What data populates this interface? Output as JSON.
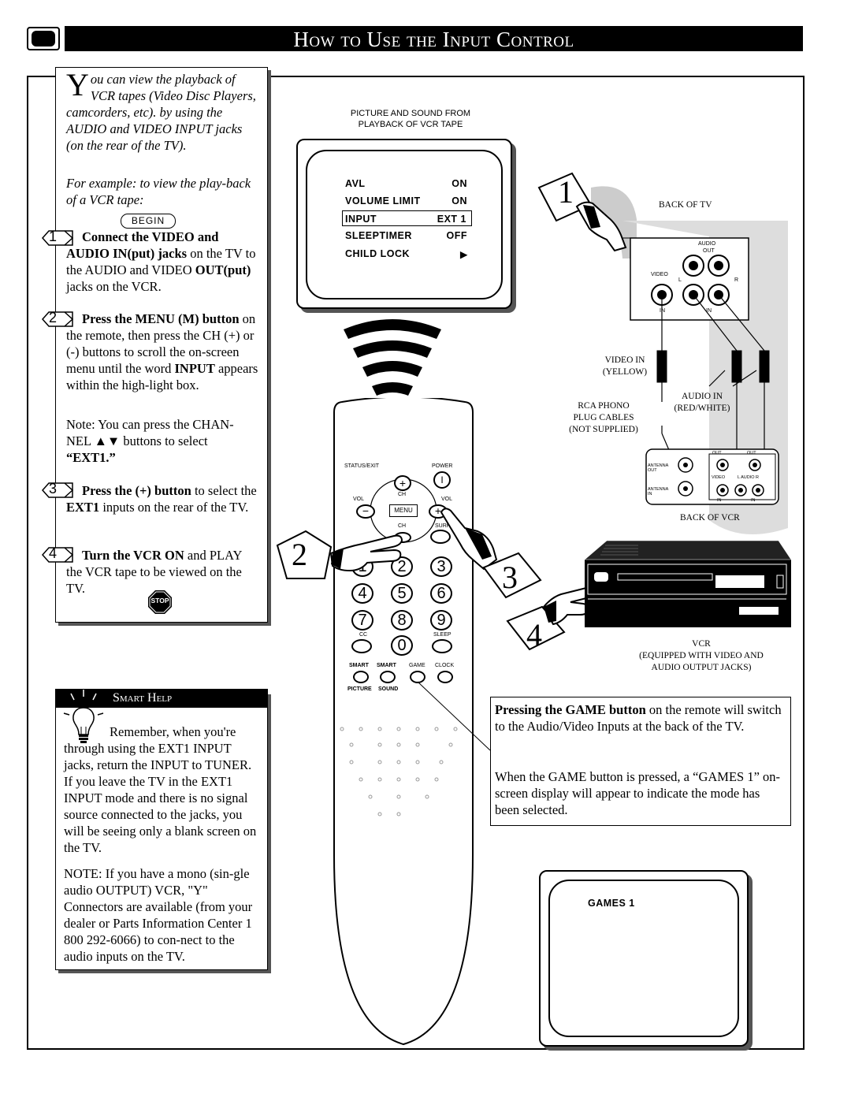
{
  "header": {
    "title": "How to Use the Input Control"
  },
  "intro": {
    "drop_cap": "Y",
    "text": "ou can view the playback of VCR tapes (Video Disc Players, camcorders, etc). by using the AUDIO and VIDEO INPUT jacks (on the rear of the TV).",
    "example": "For example: to view the play-back of a VCR tape:",
    "begin_label": "BEGIN"
  },
  "steps": [
    {
      "num": "1",
      "bold": "Connect the VIDEO and AUDIO IN(put) jacks",
      "rest": " on the TV to the AUDIO and VIDEO ",
      "bold2": "OUT(put)",
      "rest2": " jacks on the VCR."
    },
    {
      "num": "2",
      "bold": "Press the MENU (M) button",
      "rest": " on the remote, then press the CH (+) or (-) buttons to scroll the on-screen menu until the word ",
      "bold2": "INPUT",
      "rest2": " appears within the high-light box."
    },
    {
      "num": "3",
      "bold": "Press the (+) button",
      "rest": " to select the ",
      "bold2": "EXT1",
      "rest2": " inputs on the rear of the TV."
    },
    {
      "num": "4",
      "bold": "Turn the VCR ON",
      "rest": " and PLAY the VCR tape to be viewed on the TV.",
      "bold2": "",
      "rest2": ""
    }
  ],
  "note": {
    "text": "Note: You can press the CHAN-NEL ▲▼ buttons to select",
    "value": "“EXT1.”"
  },
  "stop_label": "STOP",
  "smart_help": {
    "title": "Smart Help",
    "text": "Remember, when you're through using the EXT1 INPUT jacks, return the INPUT to TUNER. If you leave the TV in the EXT1 INPUT mode and there is no signal source connected to the jacks, you will be seeing only a blank screen on the TV.",
    "note": "NOTE: If you have a mono (sin-gle audio OUTPUT) VCR, \"Y\" Connectors are available (from your dealer or Parts Information Center 1 800 292-6066) to con-nect to the audio inputs on the TV."
  },
  "tv_caption": {
    "line1": "PICTURE AND SOUND FROM",
    "line2": "PLAYBACK OF VCR TAPE"
  },
  "tv_menu": [
    {
      "label": "AVL",
      "value": "ON"
    },
    {
      "label": "VOLUME LIMIT",
      "value": "ON"
    },
    {
      "label": "INPUT",
      "value": "EXT 1",
      "highlight": true
    },
    {
      "label": "SLEEPTIMER",
      "value": "OFF"
    },
    {
      "label": "CHILD LOCK",
      "value": "▶"
    }
  ],
  "remote": {
    "status_exit": "STATUS/EXIT",
    "power": "POWER",
    "power_icon": "I",
    "ch": "CH",
    "vol_left": "VOL",
    "vol_right": "VOL",
    "menu": "MENU",
    "ch2": "CH",
    "surf": "SURF",
    "keys": [
      "1",
      "2",
      "3",
      "4",
      "5",
      "6",
      "7",
      "8",
      "9"
    ],
    "cc": "CC",
    "sleep": "SLEEP",
    "zero": "0",
    "smart_picture_1": "SMART",
    "smart_picture_2": "PICTURE",
    "smart_sound_1": "SMART",
    "smart_sound_2": "SOUND",
    "game": "GAME",
    "clock": "CLOCK"
  },
  "step_markers": {
    "s1": "1",
    "s2": "2",
    "s3": "3",
    "s4": "4"
  },
  "back_of_tv": {
    "title": "BACK OF TV",
    "audio_out": "AUDIO",
    "out": "OUT",
    "video": "VIDEO",
    "l": "L",
    "r": "R",
    "in_left": "IN",
    "in_right": "IN"
  },
  "cables": {
    "video_in_1": "VIDEO IN",
    "video_in_2": "(YELLOW)",
    "audio_in_1": "AUDIO IN",
    "audio_in_2": "(RED/WHITE)",
    "rca_1": "RCA PHONO",
    "rca_2": "PLUG CABLES",
    "rca_3": "(NOT SUPPLIED)"
  },
  "back_of_vcr": {
    "title": "BACK OF VCR",
    "antenna_out": "ANTENNA OUT",
    "antenna_in": "ANTENNA IN",
    "out1": "OUT",
    "out2": "OUT",
    "video": "VIDEO",
    "audio": "L   AUDIO   R",
    "in1": "IN",
    "in2": "IN"
  },
  "vcr": {
    "line1": "VCR",
    "line2": "(EQUIPPED WITH VIDEO AND",
    "line3": "AUDIO OUTPUT JACKS)"
  },
  "game_box": {
    "bold": "Pressing the GAME button",
    "rest": " on the remote will switch to the Audio/Video Inputs at the back of the TV.",
    "p2": "When the GAME button is pressed, a “GAMES 1” on-screen display will appear to indicate the mode has been selected."
  },
  "games_screen": {
    "text": "GAMES 1"
  }
}
